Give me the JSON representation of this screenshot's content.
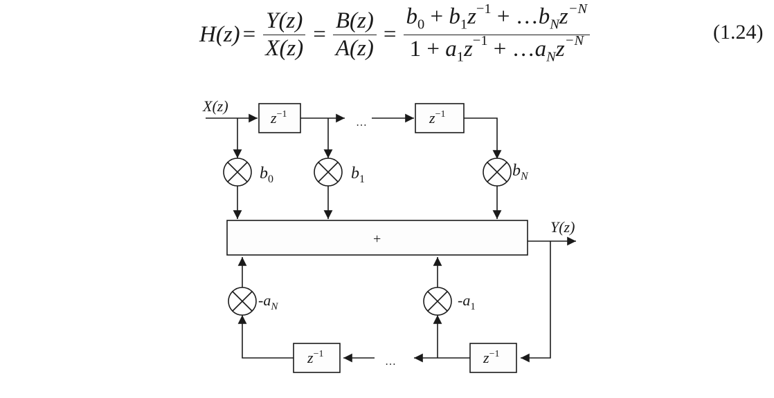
{
  "equation": {
    "lhs": "H(z)",
    "equals": "=",
    "frac1": {
      "num": "Y(z)",
      "den": "X(z)"
    },
    "frac2": {
      "num": "B(z)",
      "den": "A(z)"
    },
    "frac3": {
      "num": {
        "t1_base": "b",
        "t1_sub": "0",
        "plus": "+",
        "t2_base": "b",
        "t2_sub": "1",
        "t2_var": "z",
        "t2_sup": "−1",
        "ellipsis": "+ …",
        "t3_base": "b",
        "t3_sub": "N",
        "t3_var": "z",
        "t3_sup": "−N"
      },
      "den": {
        "one": "1",
        "plus": "+",
        "t2_base": "a",
        "t2_sub": "1",
        "t2_var": "z",
        "t2_sup": "−1",
        "ellipsis": "+ …",
        "t3_base": "a",
        "t3_sub": "N",
        "t3_var": "z",
        "t3_sup": "−N"
      }
    },
    "number": "(1.24)"
  },
  "diagram": {
    "input_label": "X(z)",
    "output_label": "Y(z)",
    "sum_label": "+",
    "delay_label_base": "z",
    "delay_label_sup": "−1",
    "ellipsis": "…",
    "feedforward_gains": [
      {
        "base": "b",
        "sub": "0"
      },
      {
        "base": "b",
        "sub": "1"
      },
      {
        "base": "b",
        "sub": "N"
      }
    ],
    "feedback_gains": [
      {
        "base": "-a",
        "sub": "N"
      },
      {
        "base": "-a",
        "sub": "1"
      }
    ]
  }
}
